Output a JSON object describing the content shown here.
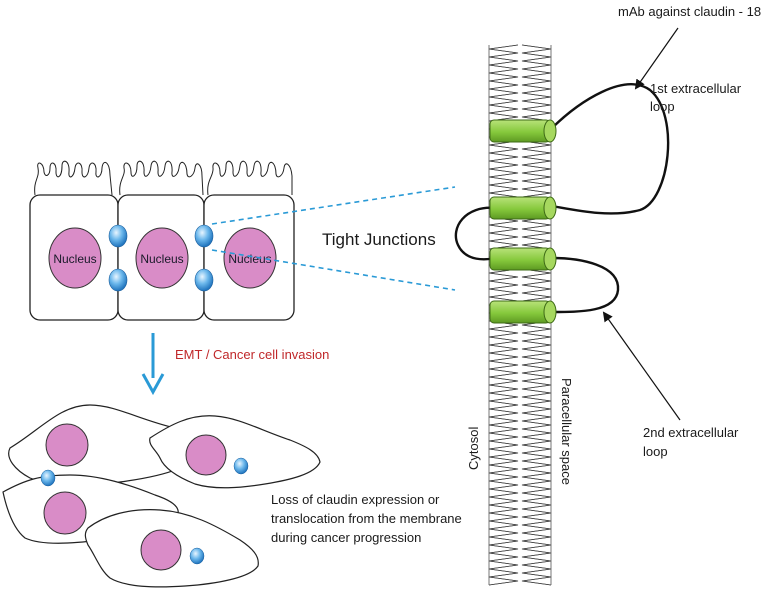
{
  "labels": {
    "nucleus": "Nucleus",
    "tight_junctions": "Tight Junctions",
    "emt": "EMT / Cancer cell invasion",
    "mab": "mAb against claudin - 18",
    "loop1_line1": "1st extracellular",
    "loop1_line2": "loop",
    "loop2_line1": "2nd extracellular",
    "loop2_line2": "loop",
    "loss_line1": "Loss of claudin expression or",
    "loss_line2": "translocation from the membrane",
    "loss_line3": "during cancer progression",
    "paracellular": "Paracellular space",
    "cytosol": "Cytosol"
  },
  "colors": {
    "nucleus_fill": "#d98cc7",
    "junction_fill": "#5aa8e0",
    "claudin_fill": "#8fcf45",
    "emt_arrow": "#2a9ad6",
    "emt_text": "#c0282a",
    "dashed_line": "#2a9ad6"
  }
}
